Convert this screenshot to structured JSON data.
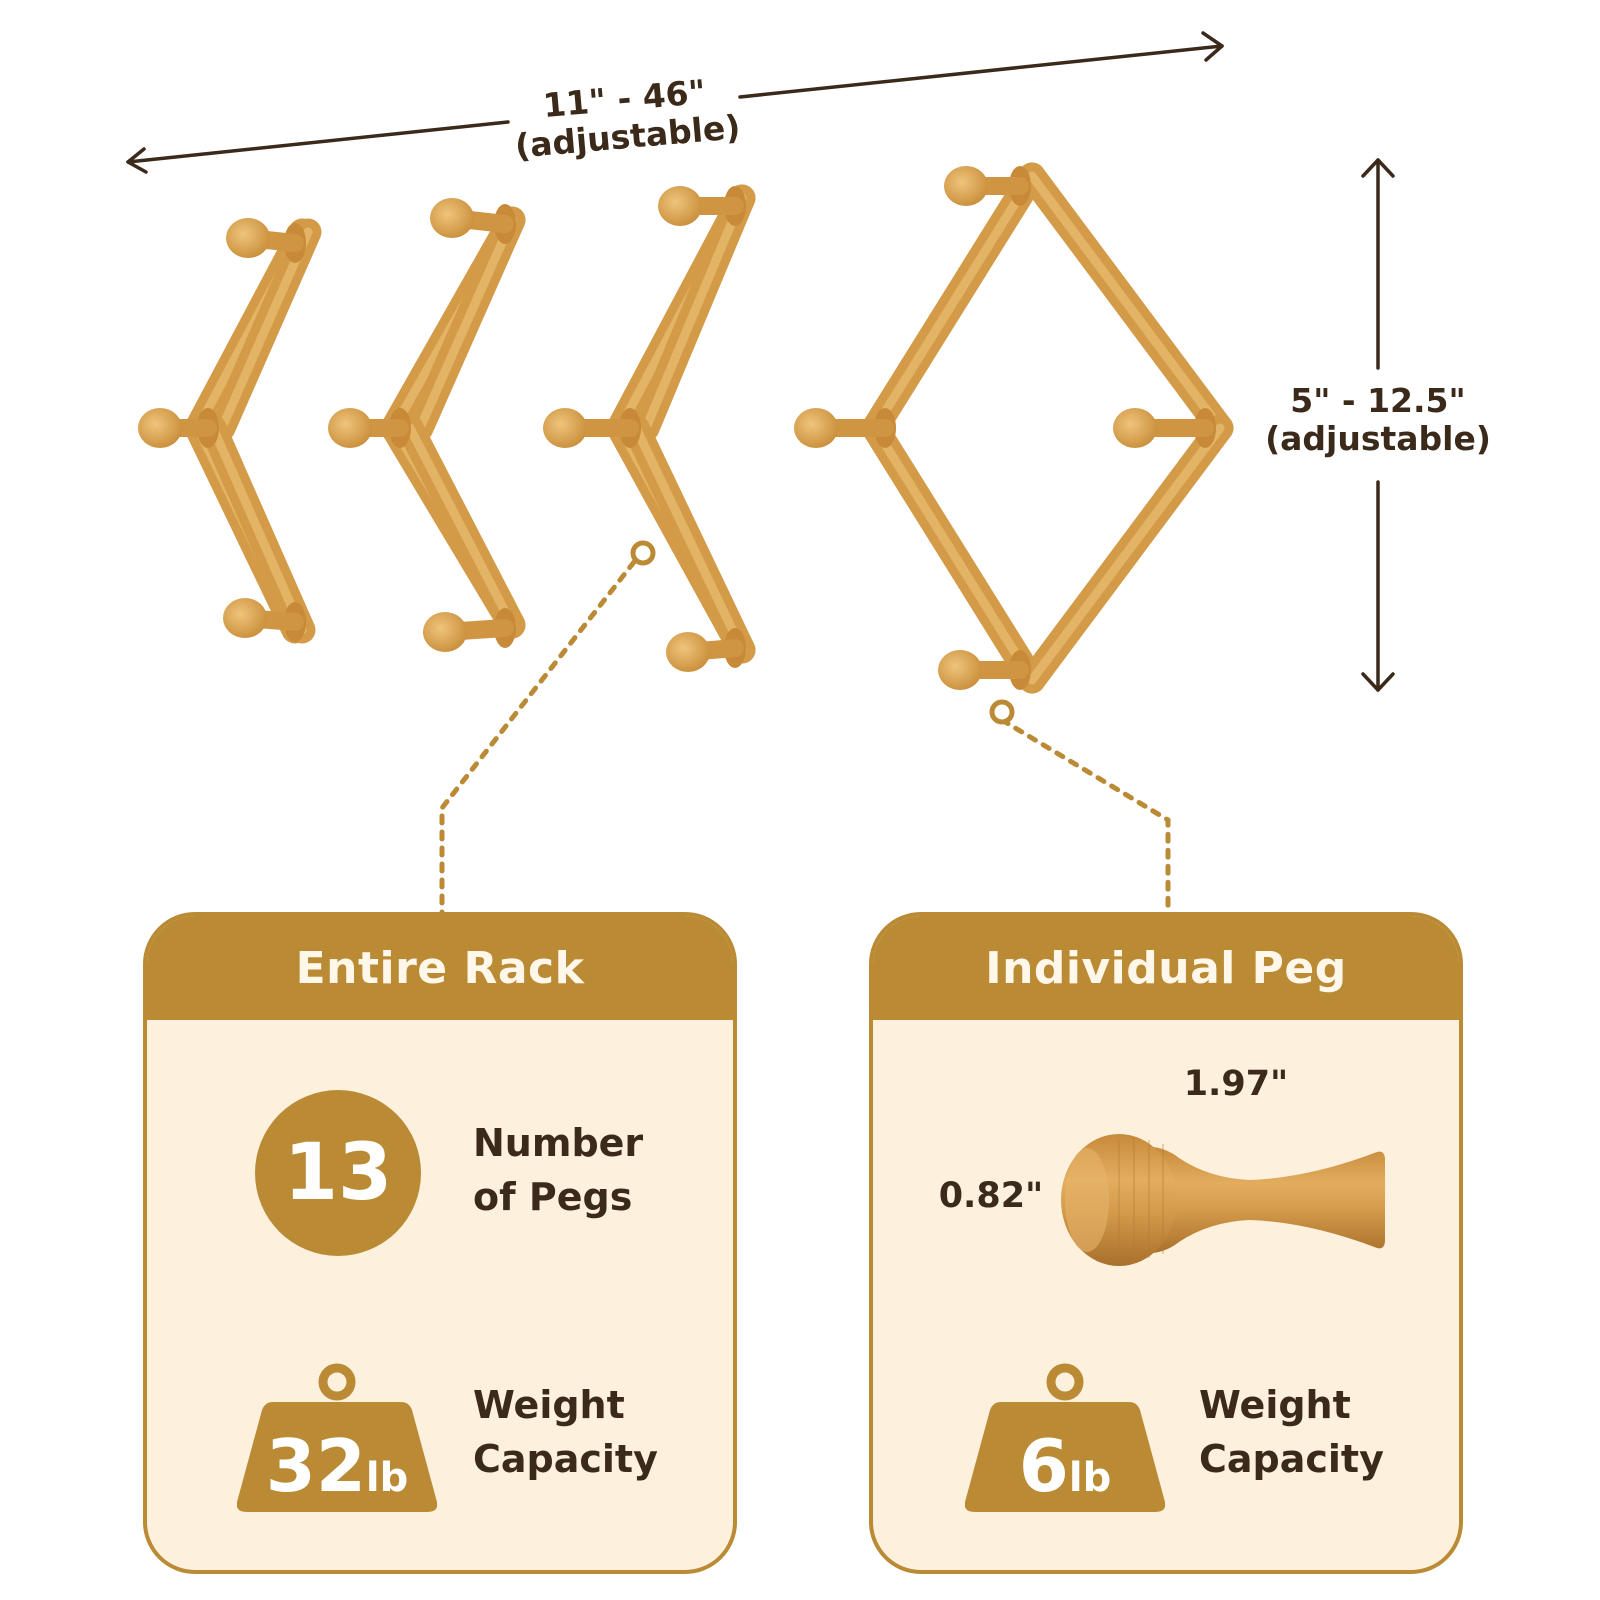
{
  "dimensions": {
    "width_label": "11\" - 46\"",
    "width_note": "(adjustable)",
    "height_label": "5\" - 12.5\"",
    "height_note": "(adjustable)"
  },
  "entire_rack": {
    "title": "Entire Rack",
    "pegs_count": "13",
    "pegs_label_1": "Number",
    "pegs_label_2": "of Pegs",
    "weight_value": "32",
    "weight_unit": "lb",
    "weight_label_1": "Weight",
    "weight_label_2": "Capacity"
  },
  "individual_peg": {
    "title": "Individual Peg",
    "length_label": "1.97\"",
    "diameter_label": "0.82\"",
    "weight_value": "6",
    "weight_unit": "lb",
    "weight_label_1": "Weight",
    "weight_label_2": "Capacity"
  },
  "colors": {
    "accent": "#bb8a35",
    "card_fill": "#fdf1dd",
    "text": "#3b2a1a",
    "wood": "#d9a350"
  }
}
